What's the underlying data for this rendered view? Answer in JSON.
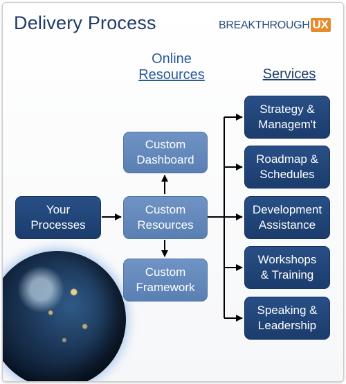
{
  "header": {
    "title": "Delivery Process",
    "logo_brand": "BREAKTHROUGH",
    "logo_ux": "UX"
  },
  "columns": {
    "online_line1": "Online",
    "online_line2": "Resources",
    "services": "Services"
  },
  "boxes": {
    "your_processes": "Your\nProcesses",
    "custom_dashboard": "Custom\nDashboard",
    "custom_resources": "Custom\nResources",
    "custom_framework": "Custom\nFramework"
  },
  "services": [
    "Strategy &\nManagem't",
    "Roadmap &\nSchedules",
    "Development\nAssistance",
    "Workshops\n& Training",
    "Speaking &\nLeadership"
  ],
  "colors": {
    "dark_box": "#1f4477",
    "light_box": "#6587bb",
    "title": "#1f3a68",
    "logo_accent": "#e8892a"
  }
}
